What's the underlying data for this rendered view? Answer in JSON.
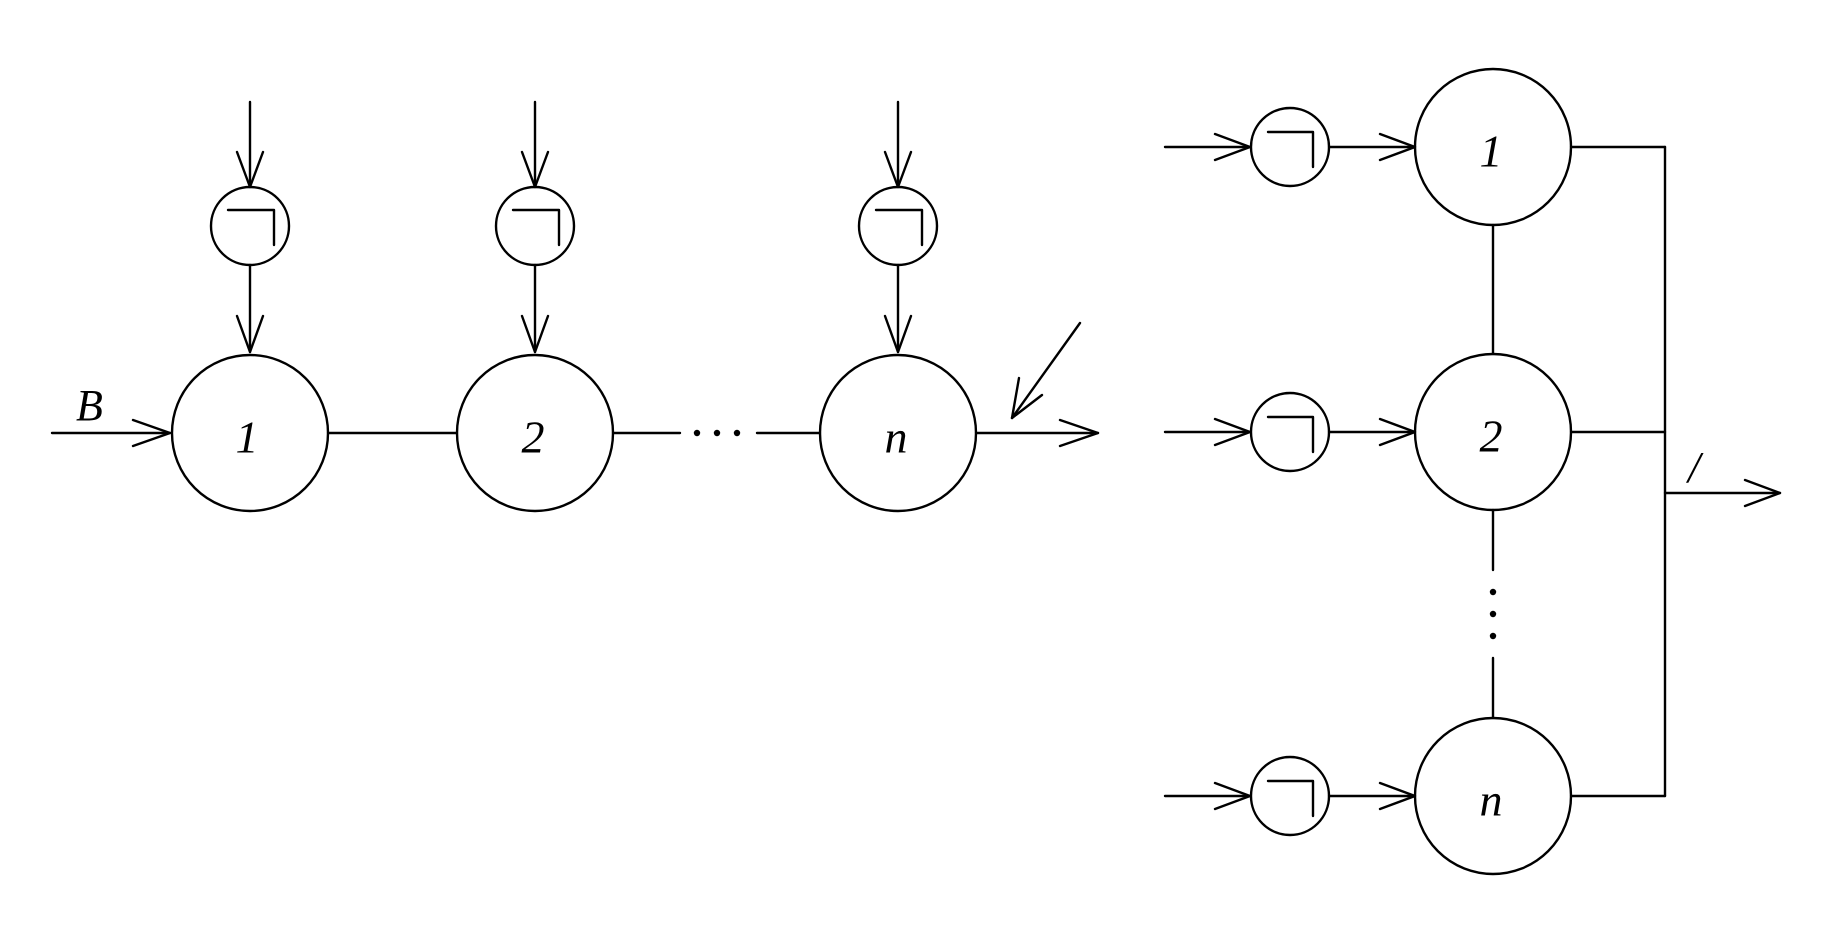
{
  "colors": {
    "stroke": "#000000",
    "background": "#ffffff"
  },
  "series_diagram": {
    "input_label": "B",
    "nodes": [
      {
        "id": "s1",
        "label": "1"
      },
      {
        "id": "s2",
        "label": "2"
      },
      {
        "id": "sn",
        "label": "n"
      }
    ],
    "negation_symbol": "¬"
  },
  "parallel_diagram": {
    "output_label": "/",
    "nodes": [
      {
        "id": "p1",
        "label": "1"
      },
      {
        "id": "p2",
        "label": "2"
      },
      {
        "id": "pn",
        "label": "n"
      }
    ],
    "negation_symbol": "¬"
  }
}
